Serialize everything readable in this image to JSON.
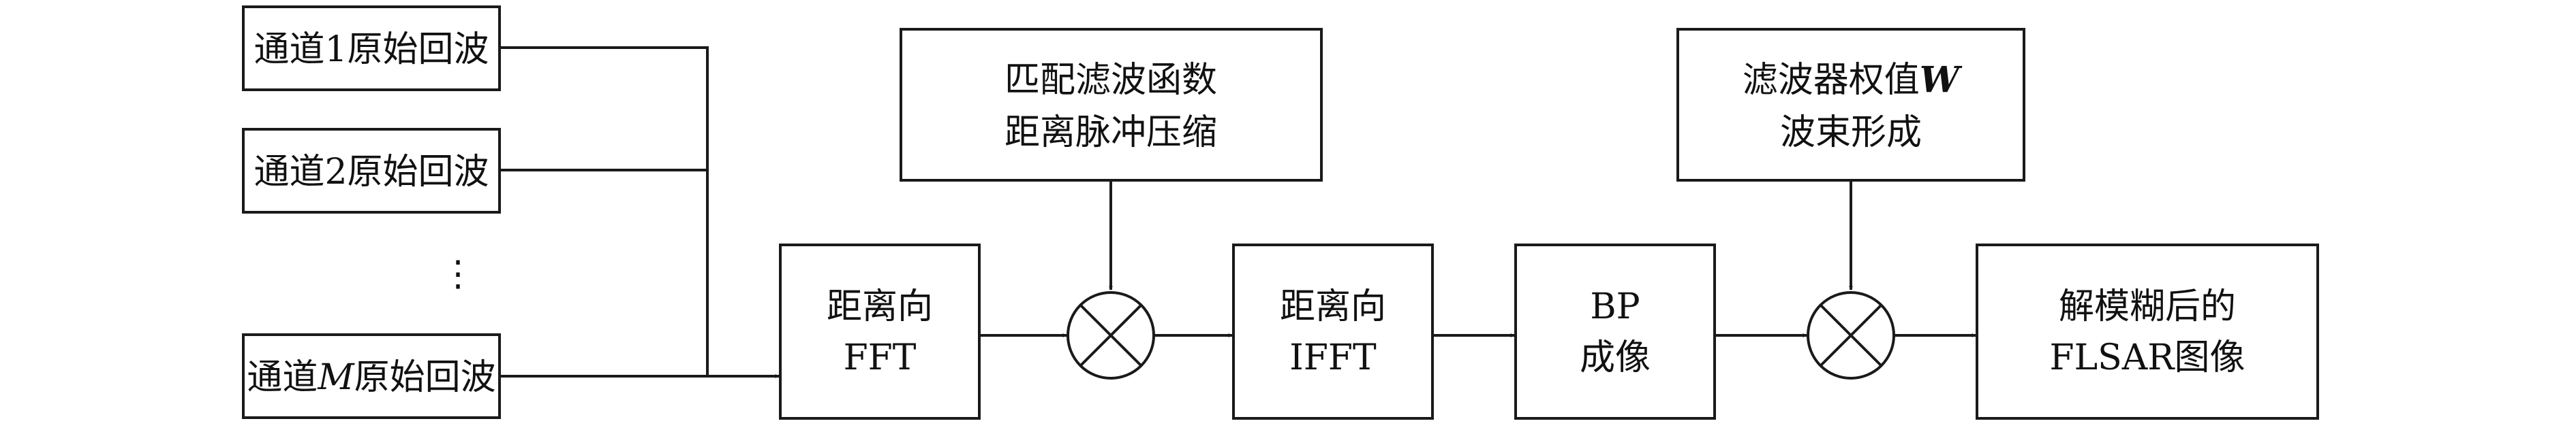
{
  "inputs": {
    "ch1": "通道1原始回波",
    "ch2": "通道2原始回波",
    "ellipsis": "⋮",
    "chM_prefix": "通道",
    "chM_var": "M",
    "chM_suffix": "原始回波"
  },
  "range_fft": {
    "line1": "距离向",
    "line2": "FFT"
  },
  "matched_filter": {
    "line1": "匹配滤波函数",
    "line2": "距离脉冲压缩"
  },
  "range_ifft": {
    "line1": "距离向",
    "line2": "IFFT"
  },
  "bp": {
    "line1": "BP",
    "line2": "成像"
  },
  "weights": {
    "line1_prefix": "滤波器权值",
    "line1_var": "W",
    "line2": "波束形成"
  },
  "output": {
    "line1": "解模糊后的",
    "line2": "FLSAR图像"
  }
}
